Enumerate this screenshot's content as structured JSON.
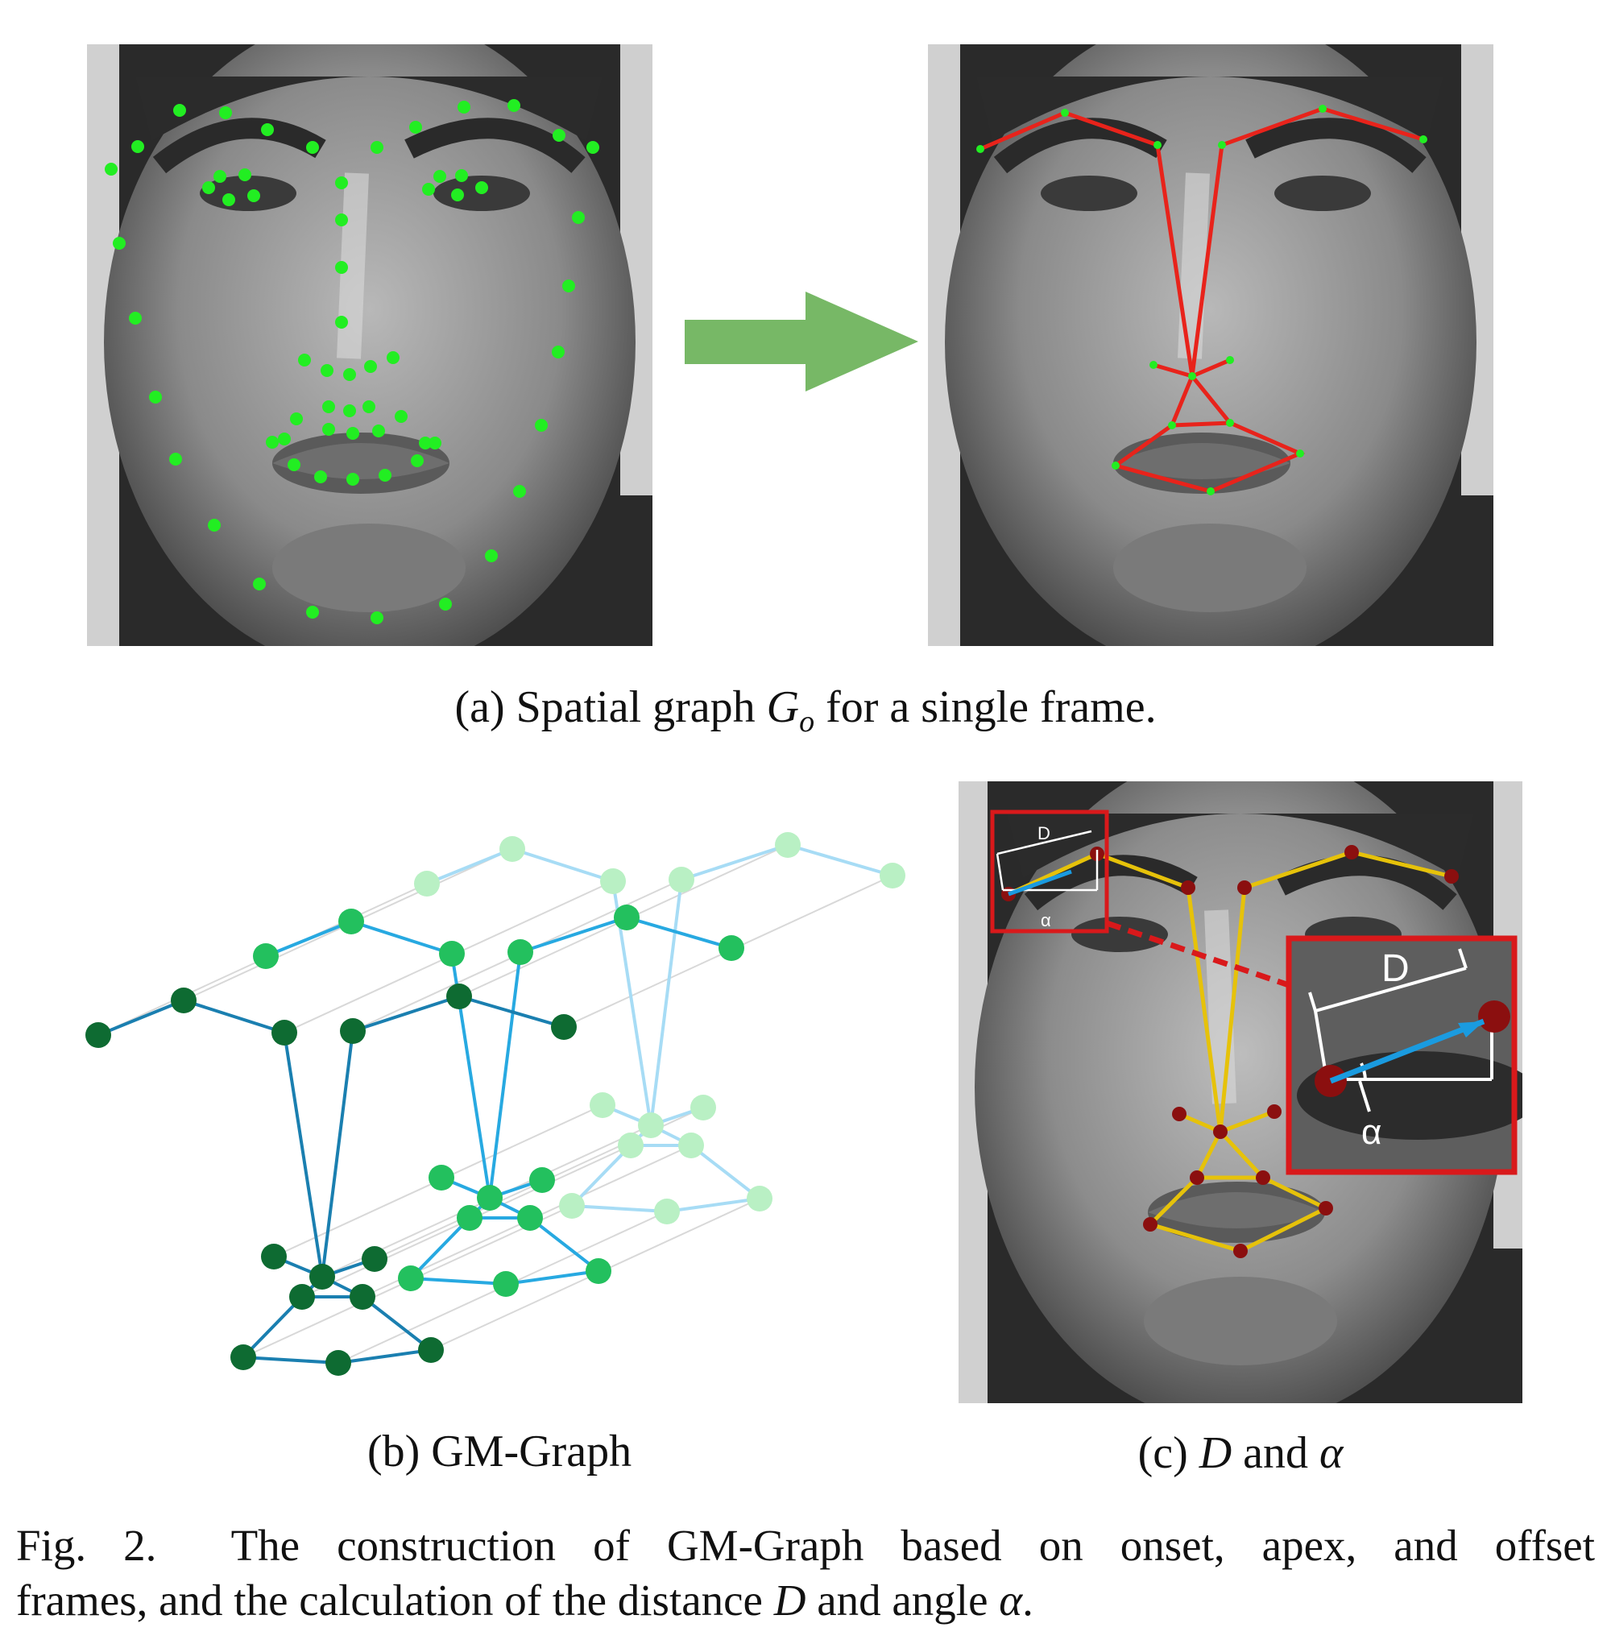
{
  "figure": {
    "label": "Fig. 2.",
    "caption_line1": "The construction of GM-Graph based on onset, apex, and offset",
    "caption_line2_pre": "frames, and the calculation of the distance ",
    "caption_line2_D": "D",
    "caption_line2_mid": " and angle ",
    "caption_line2_alpha": "α",
    "caption_line2_end": "."
  },
  "subfigures": {
    "a": {
      "prefix": "(a) Spatial graph ",
      "math": "G",
      "sub": "o",
      "suffix": " for a single frame."
    },
    "b": {
      "caption": "(b) GM-Graph"
    },
    "c": {
      "prefix": "(c) ",
      "D": "D",
      "mid": " and ",
      "alpha": "α"
    }
  },
  "inset": {
    "label_D": "D",
    "label_alpha": "α",
    "small_label_D": "D",
    "small_label_alpha": "α"
  },
  "colors": {
    "landmark_green": "#22ee22",
    "edge_red": "#e8231b",
    "arrow_green": "#77b866",
    "edge_yellow": "#e6c20a",
    "node_darkred": "#8b0f0f",
    "vector_blue": "#1a9be0",
    "box_red": "#d9191b",
    "onset_dark": "#0e6b32",
    "apex_mid": "#23c05e",
    "offset_light": "#b9f0c4",
    "edge_dark_blue": "#1a7fb0",
    "edge_mid_blue": "#27a9e1",
    "edge_light_blue": "#a7dcf5"
  }
}
